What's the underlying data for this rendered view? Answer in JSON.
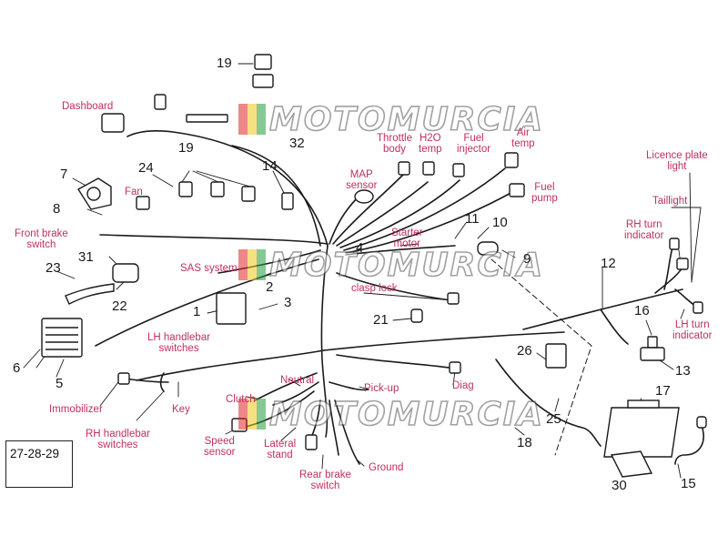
{
  "labels": {
    "dashboard": "Dashboard",
    "fan": "Fan",
    "front_brake_1": "Front brake",
    "front_brake_2": "switch",
    "sas_system": "SAS system",
    "lh_handlebar_1": "LH handlebar",
    "lh_handlebar_2": "switches",
    "immobilizer": "Immobilizer",
    "key": "Key",
    "rh_handlebar_1": "RH handlebar",
    "rh_handlebar_2": "switches",
    "speed_sensor_1": "Speed",
    "speed_sensor_2": "sensor",
    "clutch": "Clutch",
    "neutral": "Neutral",
    "lateral_stand_1": "Lateral",
    "lateral_stand_2": "stand",
    "rear_brake_1": "Rear brake",
    "rear_brake_2": "switch",
    "ground": "Ground",
    "pickup": "Pick-up",
    "diag": "Diag",
    "clasp_lock": "clasp lock",
    "starter_motor_1": "Starter",
    "starter_motor_2": "motor",
    "map_sensor_1": "MAP",
    "map_sensor_2": "sensor",
    "throttle_body_1": "Throttle",
    "throttle_body_2": "body",
    "h2o_temp_1": "H2O",
    "h2o_temp_2": "temp",
    "fuel_injector_1": "Fuel",
    "fuel_injector_2": "injector",
    "air_temp_1": "Air",
    "air_temp_2": "temp",
    "fuel_pump_1": "Fuel",
    "fuel_pump_2": "pump",
    "licence_plate_1": "Licence plate",
    "licence_plate_2": "light",
    "taillight": "Taillight",
    "rh_turn_1": "RH turn",
    "rh_turn_2": "indicator",
    "lh_turn_1": "LH turn",
    "lh_turn_2": "indicator"
  },
  "numbers": {
    "n1": "1",
    "n2": "2",
    "n3": "3",
    "n4": "4",
    "n5": "5",
    "n6": "6",
    "n7": "7",
    "n8": "8",
    "n9": "9",
    "n10": "10",
    "n11": "11",
    "n12": "12",
    "n13": "13",
    "n14": "14",
    "n15": "15",
    "n16": "16",
    "n17": "17",
    "n18": "18",
    "n19a": "19",
    "n19b": "19",
    "n21": "21",
    "n22": "22",
    "n23": "23",
    "n24": "24",
    "n25": "25",
    "n26": "26",
    "n30": "30",
    "n31": "31",
    "n32": "32"
  },
  "fuse_box_label": "27-28-29",
  "watermark": "MOTOMURCIA",
  "colors": {
    "label": "#c0305a",
    "line": "#1a1a1a",
    "flag_red": "#e2262a",
    "flag_yellow": "#f2c81c",
    "flag_green": "#2a9a3e"
  }
}
